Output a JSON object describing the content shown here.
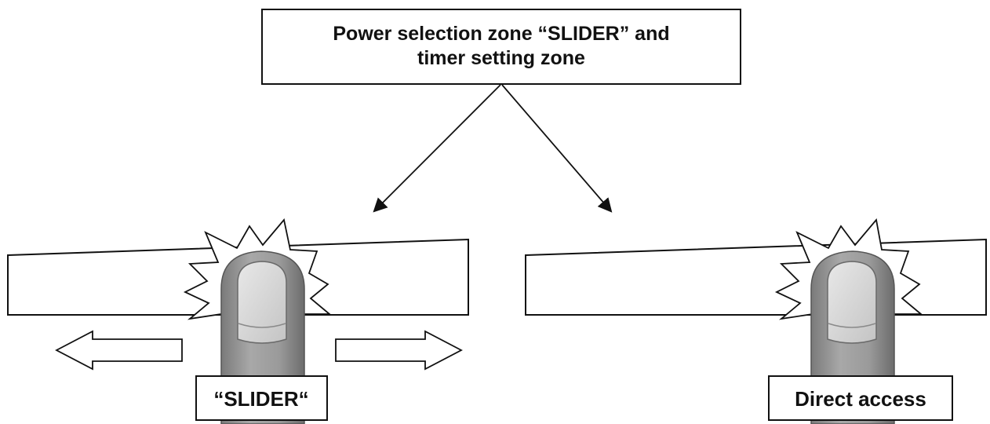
{
  "title_box": {
    "line1": "Power selection zone “SLIDER” and",
    "line2": "timer setting zone"
  },
  "labels": {
    "slider": "“SLIDER“",
    "direct": "Direct access"
  },
  "colors": {
    "stroke": "#111111",
    "background": "#ffffff",
    "finger": "#9a9a9a",
    "finger_shadow": "#6f6f6f",
    "nail": "#d9d9d9"
  }
}
